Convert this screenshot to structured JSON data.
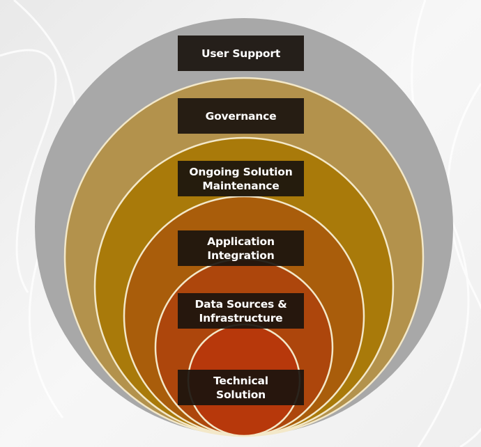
{
  "diagram": {
    "layers": [
      {
        "id": "user-support",
        "lines": [
          "User Support"
        ],
        "color": "#a8a8a8"
      },
      {
        "id": "governance",
        "lines": [
          "Governance"
        ],
        "color": "#b3924c"
      },
      {
        "id": "ongoing-solution-maintenance",
        "lines": [
          "Ongoing Solution",
          "Maintenance"
        ],
        "color": "#a97a0a"
      },
      {
        "id": "application-integration",
        "lines": [
          "Application",
          "Integration"
        ],
        "color": "#a95d0b"
      },
      {
        "id": "data-sources-infrastructure",
        "lines": [
          "Data Sources &",
          "Infrastructure"
        ],
        "color": "#ad460c"
      },
      {
        "id": "technical-solution",
        "lines": [
          "Technical",
          "Solution"
        ],
        "color": "#b7380b"
      }
    ],
    "ring_stroke_color": "#f3e8c9",
    "label_box_color": "#1a140e"
  }
}
